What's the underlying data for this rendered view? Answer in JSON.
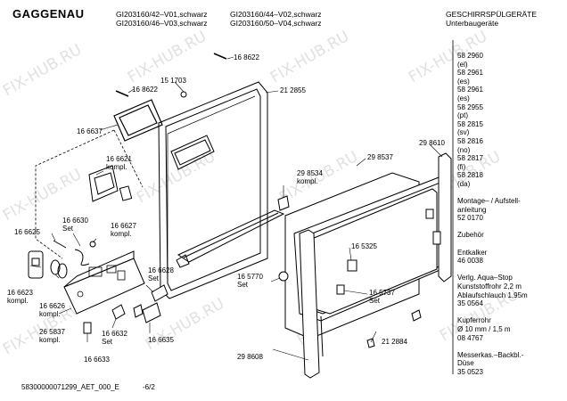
{
  "header": {
    "brand": "GAGGENAU",
    "models_col1": [
      "GI203160/42–V01,schwarz",
      "GI203160/46–V03,schwarz"
    ],
    "models_col2": [
      "GI203160/44–V02,schwarz",
      "GI203160/50–V04,schwarz"
    ],
    "category": [
      "GESCHIRRSPÜLGERÄTE",
      "Unterbaugeräte"
    ]
  },
  "watermark": "FIX-HUB.RU",
  "parts": {
    "p1": "16 8622",
    "p2": "16 8622",
    "p3": "15 1703",
    "p4": "21 2855",
    "p5": "16 6637",
    "p6": "16 6621",
    "p6b": "kompl.",
    "p7": "29 8610",
    "p8": "29 8537",
    "p9": "29 8534",
    "p9b": "kompl.",
    "p10": "16 6625",
    "p11": "16 6630",
    "p11b": "Set",
    "p12": "16 6627",
    "p12b": "kompl.",
    "p13": "16 5325",
    "p14": "16 6623",
    "p14b": "kompl.",
    "p15": "16 6626",
    "p15b": "kompl.",
    "p16": "16 6628",
    "p16b": "Set",
    "p17": "16 5770",
    "p17b": "Set",
    "p18": "16 5737",
    "p18b": "Set",
    "p19": "26 5837",
    "p19b": "kompl.",
    "p20": "16 6632",
    "p20b": "Set",
    "p21": "16 6635",
    "p22": "21 2884",
    "p23": "29 8608",
    "p24": "16 6633"
  },
  "sidebar": [
    "58 2960",
    "(el)",
    "58 2961",
    "(es)",
    "58 2961",
    "(es)",
    "58 2955",
    "(pt)",
    "58 2815",
    "(sv)",
    "58 2816",
    "(no)",
    "58 2817",
    "(fi)",
    "58 2818",
    "(da)",
    "",
    "Montage– / Aufstell-",
    "anleitung",
    "52 0170",
    "",
    "Zubehör",
    "",
    "Entkalker",
    "46 0038",
    "",
    "Verlg. Aqua–Stop",
    "Kunststoffrohr 2,2 m",
    "Ablaufschlauch 1,95m",
    "35 0564",
    "",
    "Kupferrohr",
    "Ø 10 mm / 1,5 m",
    "08 4767",
    "",
    "Messerkas.–Backbl.-",
    "Düse",
    "35 0523"
  ],
  "footer": {
    "doc_id": "58300000071299_AET_000_E",
    "page": "-6/2"
  }
}
